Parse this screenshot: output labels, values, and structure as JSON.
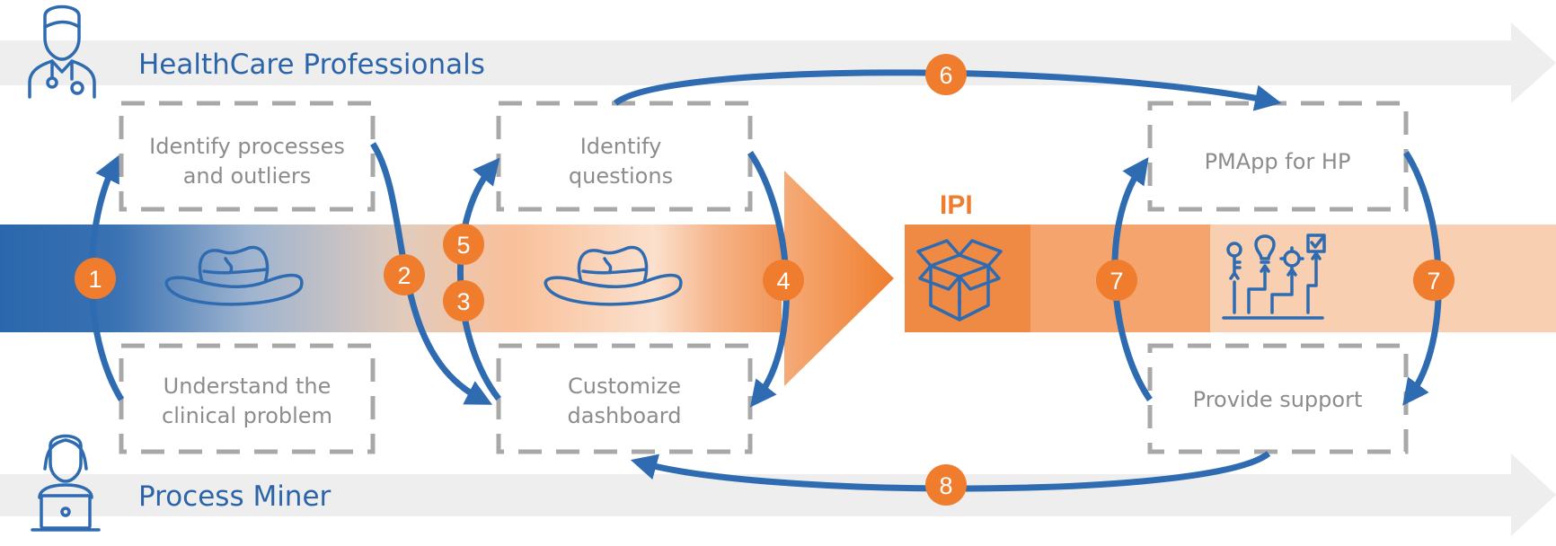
{
  "colors": {
    "blue": "#2f6bb0",
    "orange": "#ef7d2d",
    "light_orange": "#f9c9a6",
    "lane_gray": "#eeeeee",
    "box_gray": "#a8a8a8",
    "text_gray": "#8c8c8c"
  },
  "lanes": {
    "top": {
      "title": "HealthCare Professionals",
      "icon": "doctor-icon"
    },
    "bottom": {
      "title": "Process Miner",
      "icon": "laptop-user-icon"
    }
  },
  "boxes": {
    "identify_processes": [
      "Identify processes",
      "and outliers"
    ],
    "understand_problem": [
      "Understand the",
      "clinical problem"
    ],
    "identify_questions": [
      "Identify",
      "questions"
    ],
    "customize_dashboard": [
      "Customize",
      "dashboard"
    ],
    "pmapp": [
      "PMApp for HP"
    ],
    "support": [
      "Provide support"
    ]
  },
  "ipi_label": "IPI",
  "steps": {
    "s1": "1",
    "s2": "2",
    "s3": "3",
    "s4": "4",
    "s5": "5",
    "s6": "6",
    "s7a": "7",
    "s7b": "7",
    "s8": "8"
  },
  "icons": {
    "hat_one": "cowboy-hat-icon",
    "hat_two": "cowboy-hat-icon",
    "package": "open-box-icon",
    "app": "process-tools-icon"
  }
}
